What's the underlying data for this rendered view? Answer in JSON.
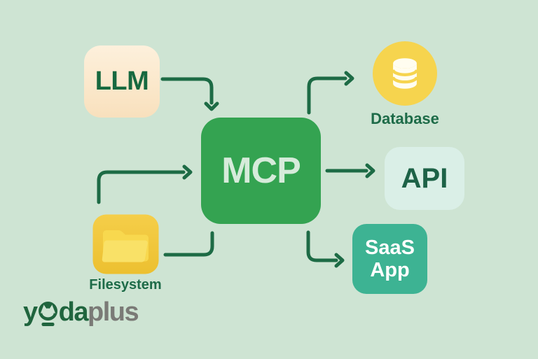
{
  "title": "MCP architecture diagram",
  "background_color": "#cee4d3",
  "edge_color": "#1d6b45",
  "nodes": {
    "llm": {
      "label": "LLM",
      "bg": "#fbe8cb",
      "text_color": "#17693f"
    },
    "mcp": {
      "label": "MCP",
      "bg": "#34a351",
      "text_color": "#d6ebda"
    },
    "database": {
      "label": "Database",
      "icon": "database-cylinder-icon",
      "icon_bg": "#f6d44e",
      "icon_color": "#fffdf0",
      "label_color": "#1d6b48"
    },
    "api": {
      "label": "API",
      "bg": "#daefe7",
      "text_color": "#1d6247"
    },
    "saas": {
      "line1": "SaaS",
      "line2": "App",
      "bg": "#3db393",
      "text_color": "#ffffff"
    },
    "filesystem": {
      "label": "Filesystem",
      "icon": "folder-icon",
      "icon_color": "#f3ca40",
      "label_color": "#1d6b48"
    }
  },
  "edges": [
    {
      "from": "LLM",
      "to": "MCP",
      "arrowhead": true
    },
    {
      "from": "Filesystem",
      "to": "MCP",
      "arrowhead": true
    },
    {
      "from": "MCP",
      "to": "Database",
      "arrowhead": true
    },
    {
      "from": "MCP",
      "to": "API",
      "arrowhead": true
    },
    {
      "from": "MCP",
      "to": "SaaS App",
      "arrowhead": true
    },
    {
      "from": "MCP",
      "to": "Filesystem",
      "arrowhead": false
    }
  ],
  "logo": {
    "brand": "yodaplus",
    "prefix": "y",
    "mid": "da",
    "suffix": "plus",
    "green": "#20653e",
    "gray": "#7a7a76",
    "icon": "yoda-head-in-o-icon"
  }
}
